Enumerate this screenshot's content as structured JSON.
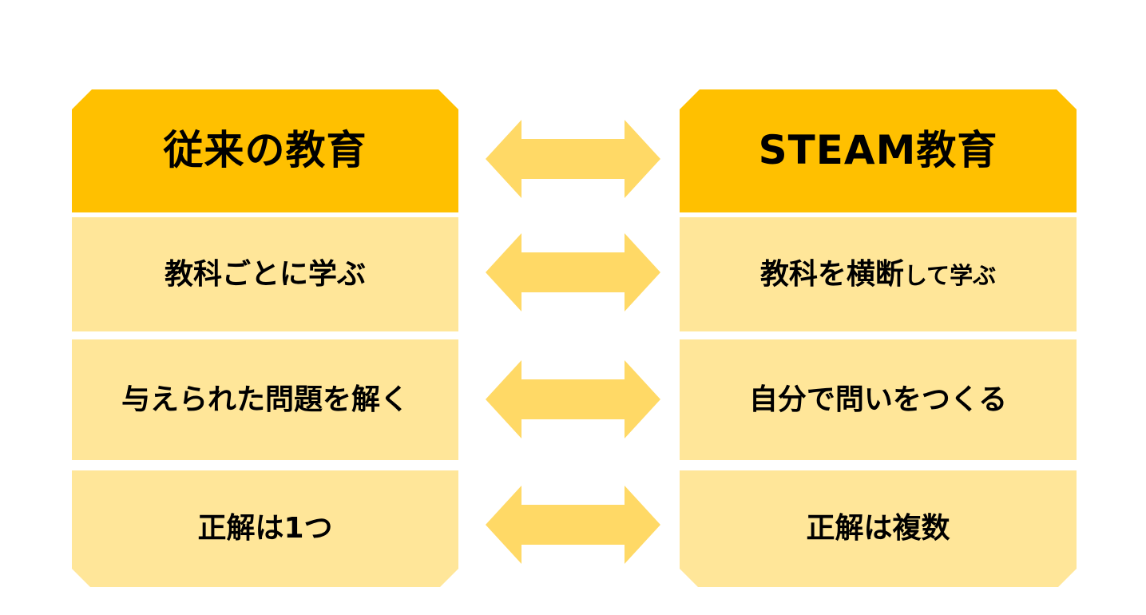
{
  "diagram": {
    "left_column": {
      "header": "従来の教育",
      "row1": "教科ごとに学ぶ",
      "row2": "与えられた問題を解く",
      "row3": "正解は1つ"
    },
    "right_column": {
      "header": "STEAM教育",
      "row1_emphasis": "教科を横断",
      "row1_rest": "して学ぶ",
      "row2": "自分で問いをつくる",
      "row3": "正解は複数"
    },
    "arrow_icon": "double-headed-arrow-icon",
    "arrow_count": 4
  },
  "colors": {
    "header_bg": "#FFC000",
    "row_bg": "#FFE699",
    "arrow": "#FFD966",
    "text": "#000000",
    "background": "#FFFFFF"
  }
}
